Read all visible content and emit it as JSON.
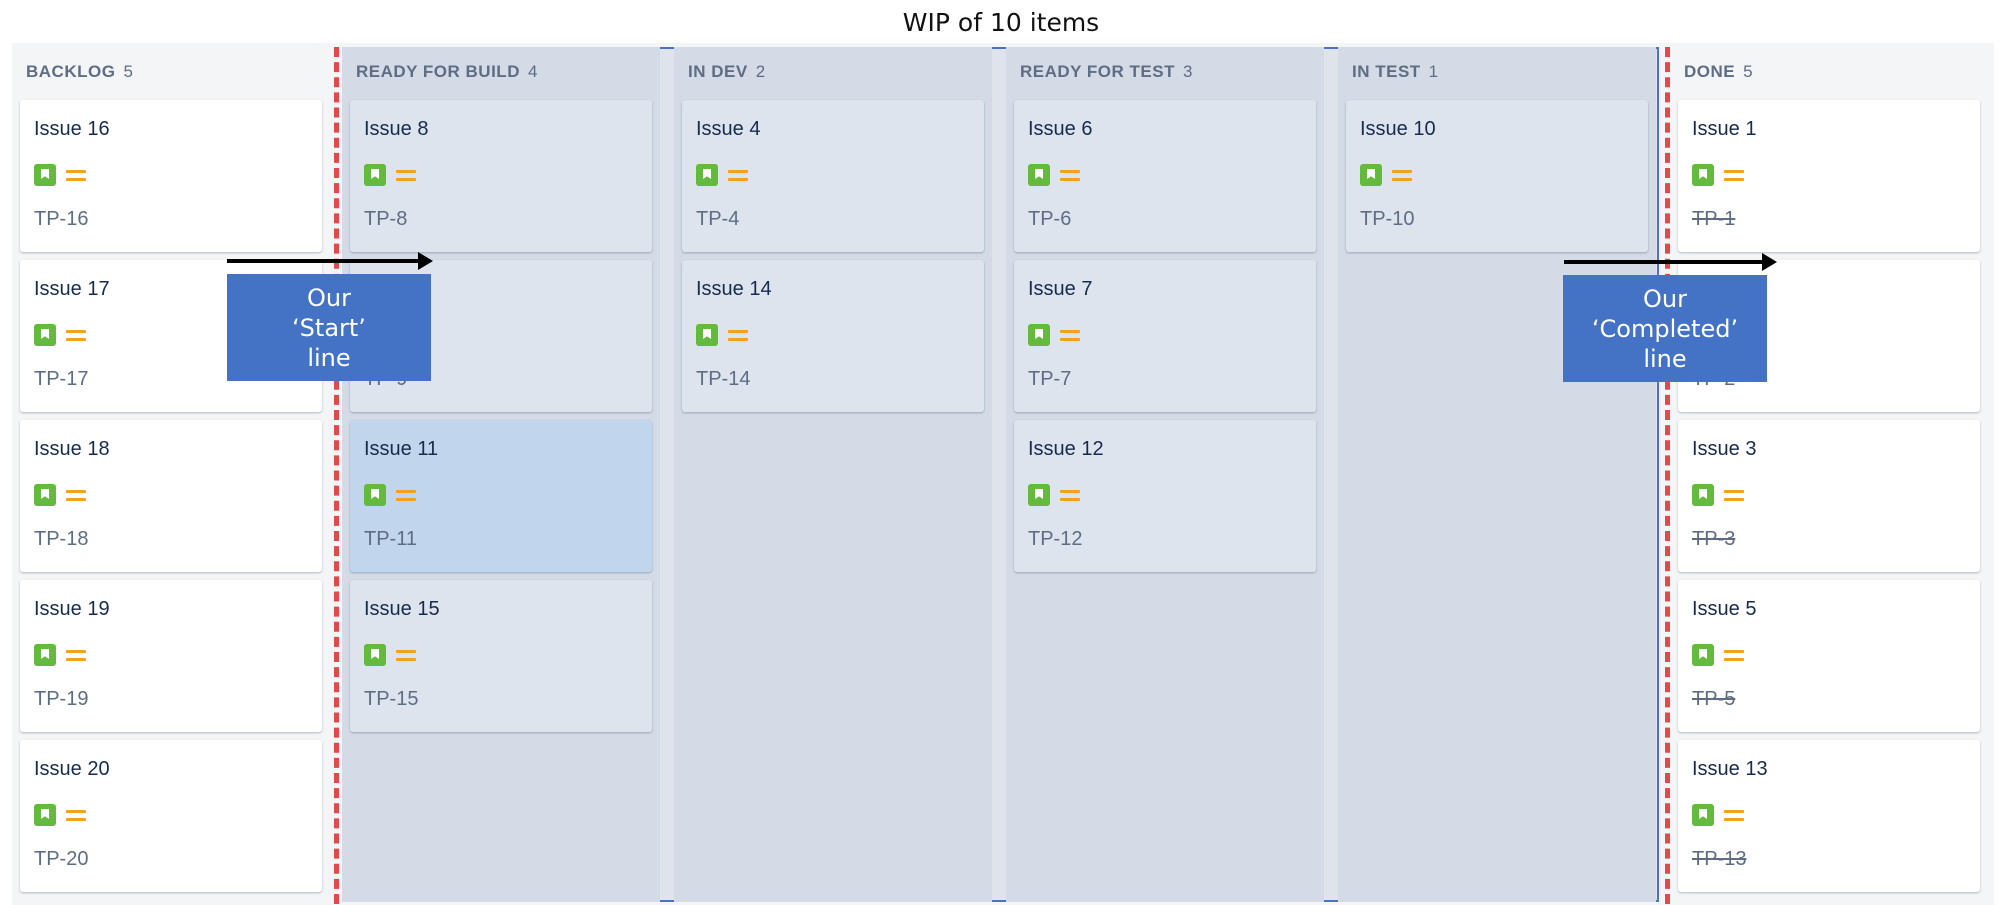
{
  "title": "WIP of 10 items",
  "columns": [
    {
      "name": "BACKLOG",
      "count": "5",
      "cards": [
        {
          "title": "Issue 16",
          "key": "TP-16"
        },
        {
          "title": "Issue 17",
          "key": "TP-17"
        },
        {
          "title": "Issue 18",
          "key": "TP-18"
        },
        {
          "title": "Issue 19",
          "key": "TP-19"
        },
        {
          "title": "Issue 20",
          "key": "TP-20"
        }
      ]
    },
    {
      "name": "READY FOR BUILD",
      "count": "4",
      "cards": [
        {
          "title": "Issue 8",
          "key": "TP-8"
        },
        {
          "title": "Issue 9",
          "key": "TP-9"
        },
        {
          "title": "Issue 11",
          "key": "TP-11"
        },
        {
          "title": "Issue 15",
          "key": "TP-15"
        }
      ]
    },
    {
      "name": "IN DEV",
      "count": "2",
      "cards": [
        {
          "title": "Issue 4",
          "key": "TP-4"
        },
        {
          "title": "Issue 14",
          "key": "TP-14"
        }
      ]
    },
    {
      "name": "READY FOR TEST",
      "count": "3",
      "cards": [
        {
          "title": "Issue 6",
          "key": "TP-6"
        },
        {
          "title": "Issue 7",
          "key": "TP-7"
        },
        {
          "title": "Issue 12",
          "key": "TP-12"
        }
      ]
    },
    {
      "name": "IN TEST",
      "count": "1",
      "cards": [
        {
          "title": "Issue 10",
          "key": "TP-10"
        }
      ]
    },
    {
      "name": "DONE",
      "count": "5",
      "cards": [
        {
          "title": "Issue 1",
          "key": "TP-1"
        },
        {
          "title": "Issue 2",
          "key": "TP-2"
        },
        {
          "title": "Issue 3",
          "key": "TP-3"
        },
        {
          "title": "Issue 5",
          "key": "TP-5"
        },
        {
          "title": "Issue 13",
          "key": "TP-13"
        }
      ]
    }
  ],
  "annotations": {
    "start_label": "Our\n‘Start’\nline",
    "completed_label": "Our\n‘Completed’\nline"
  },
  "colors": {
    "wip_border": "#4a72c9",
    "boundary_line": "#e04a4a",
    "callout": "#4472c4",
    "story_icon": "#63ba3c",
    "priority_icon": "#f2a11b"
  },
  "icons": {
    "issue_type": "story-icon",
    "priority": "priority-medium-icon"
  }
}
